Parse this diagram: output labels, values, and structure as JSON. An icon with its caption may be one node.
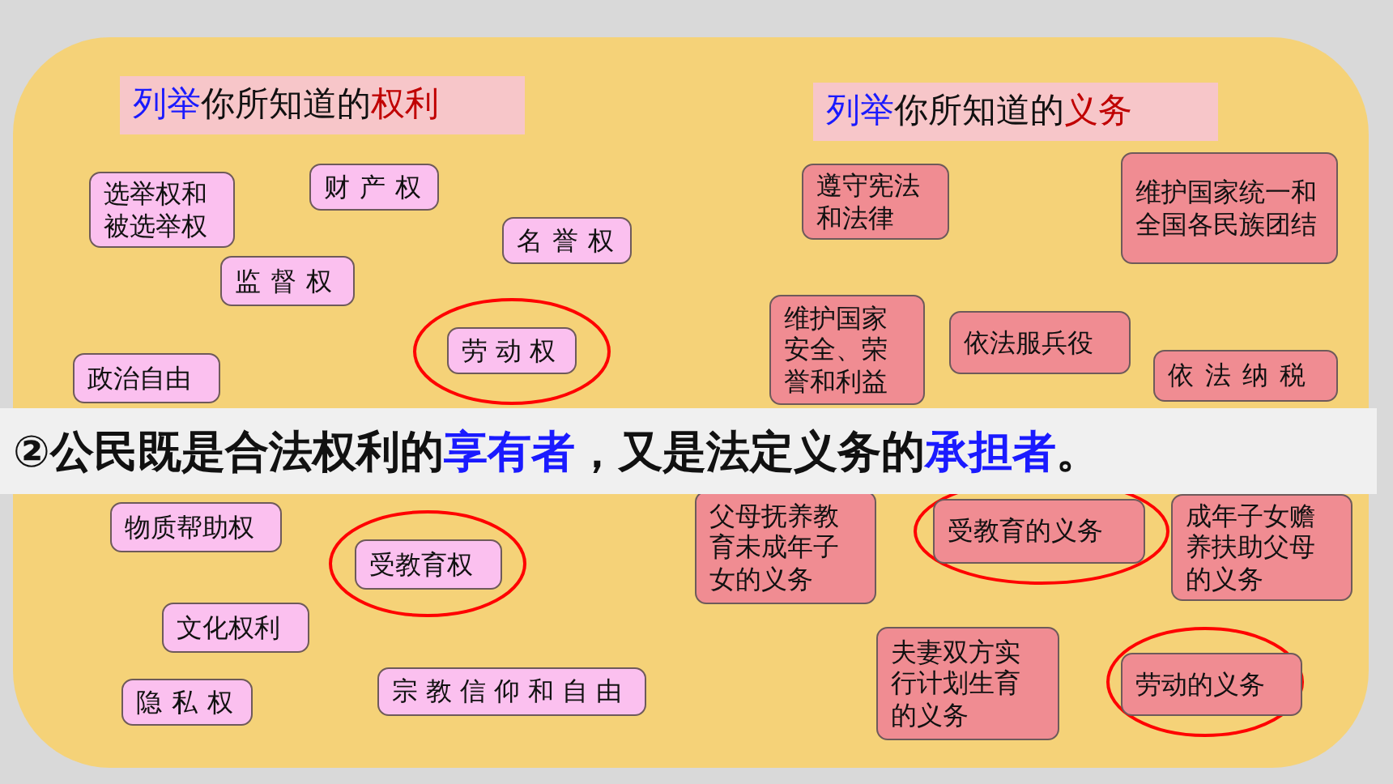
{
  "diagram": {
    "nodes": [
      {
        "text": [
          "列举",
          "你所知道的**权利**"
        ]
      },
      {
        "text": [
          "选举权和被选举权"
        ]
      },
      {
        "text": [
          "财产权"
        ]
      },
      {
        "text": [
          "名誉权"
        ]
      },
      {
        "text": [
          "监督权"
        ]
      },
      {
        "text": [
          "劳动权"
        ]
      },
      {
        "text": [
          "政治自由"
        ]
      },
      {
        "text": [
          "物质帮助权"
        ]
      },
      {
        "text": [
          "受教育权"
        ]
      },
      {
        "text": [
          "文化权利"
        ]
      },
      {
        "text": [
          "隐私权"
        ]
      },
      {
        "text": [
          "宗教信仰和自由"
        ]
      },
      {
        "text": [
          "列举",
          "你所知道的**义务**"
        ]
      },
      {
        "text": [
          "遵守宪法和法律"
        ]
      },
      {
        "text": [
          "维护国家统一和全国各民族团结"
        ]
      },
      {
        "text": [
          "维护国家安全、荣誉和利益"
        ]
      },
      {
        "text": [
          "依法服兵役"
        ]
      },
      {
        "text": [
          "依法纳税"
        ]
      },
      {
        "text": [
          "父母抚养教育未成年子女的义务"
        ]
      },
      {
        "text": [
          "受教育的义务"
        ]
      },
      {
        "text": [
          "成年子女赡养扶助父母的义务"
        ]
      },
      {
        "text": [
          "夫妻双方实行计划生育的义务"
        ]
      },
      {
        "text": [
          "劳动的义务"
        ]
      }
    ],
    "labels": [
      "②公民既是合法权利的**享有者**，又是法定义务的**承担者**。"
    ]
  }
}
